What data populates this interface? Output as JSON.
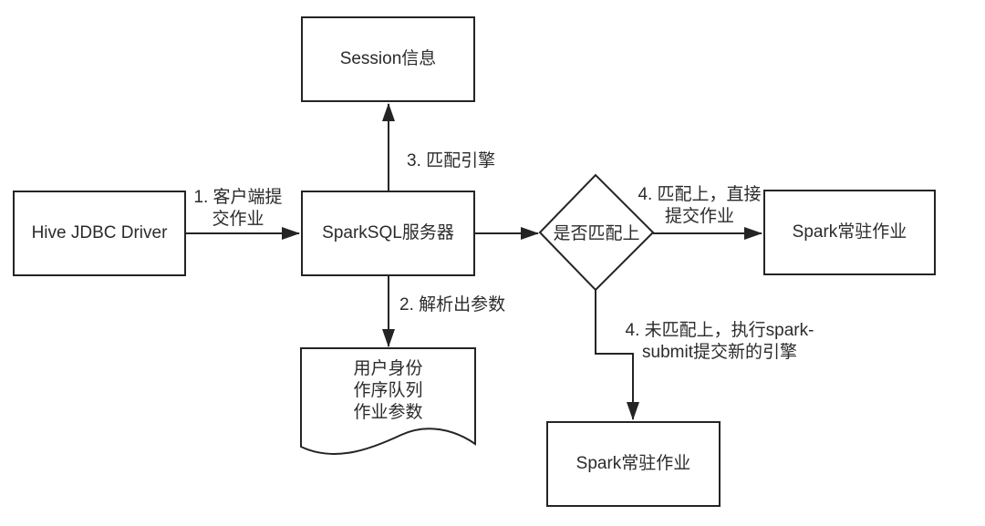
{
  "diagram": {
    "background": "#ffffff",
    "line_color": "#242424",
    "text_color": "#2b2b2b",
    "nodes": {
      "hive_jdbc": {
        "shape": "rectangle",
        "label": "Hive JDBC Driver"
      },
      "sparksql_server": {
        "shape": "rectangle",
        "label": "SparkSQL服务器"
      },
      "session_info": {
        "shape": "rectangle",
        "label": "Session信息"
      },
      "user_info_doc": {
        "shape": "document",
        "label": "用户身份\n作序队列\n作业参数"
      },
      "match_decision": {
        "shape": "diamond",
        "label": "是否匹配上"
      },
      "spark_resident_right": {
        "shape": "rectangle",
        "label": "Spark常驻作业"
      },
      "spark_resident_bottom": {
        "shape": "rectangle",
        "label": "Spark常驻作业"
      }
    },
    "edges": {
      "step1": {
        "from": "hive_jdbc",
        "to": "sparksql_server",
        "label": "1. 客户端提\n交作业"
      },
      "step2": {
        "from": "sparksql_server",
        "to": "user_info_doc",
        "label": "2. 解析出参数"
      },
      "step3": {
        "from": "sparksql_server",
        "to": "session_info",
        "label": "3. 匹配引擎"
      },
      "to_decision": {
        "from": "sparksql_server",
        "to": "match_decision",
        "label": ""
      },
      "step4_matched": {
        "from": "match_decision",
        "to": "spark_resident_right",
        "label": "4. 匹配上，直接\n提交作业"
      },
      "step4_not_matched": {
        "from": "match_decision",
        "to": "spark_resident_bottom",
        "label": "4. 未匹配上，执行spark-\nsubmit提交新的引擎"
      }
    }
  }
}
